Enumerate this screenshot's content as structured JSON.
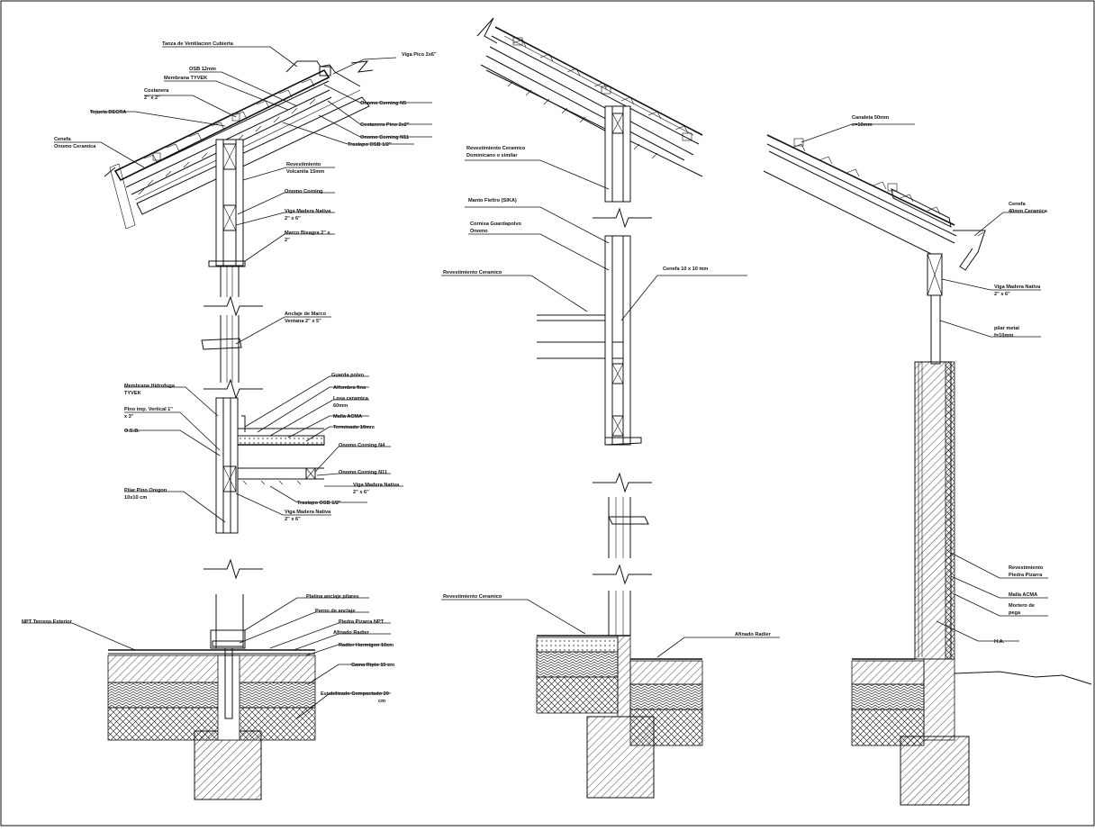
{
  "detail_left": {
    "labels": [
      "Tanza de Ventilacion Cubierta",
      "Viga Pico 2x6\"",
      "OSB 12mm",
      "Membrana TYVEK",
      "Costanera",
      "2\" x 2\"",
      "Tejuela DECRA",
      "Onomo Corning N5",
      "Costanera Pino 2x2\"",
      "Onomo Corning N11",
      "Cenefa",
      "Onomo Ceramica",
      "Traslapo OSB 1/2\"",
      "Revestimiento",
      "Volcanita 15mm",
      "Onomo Corning",
      "Viga Madera Nativa",
      "2\" x 6\"",
      "Marco Bisagra 2\" x",
      "2\"",
      "Anclaje de Marco",
      "Ventana 2\" x 5\"",
      "Guarda polvo",
      "Alfombra fina",
      "Membrana Hidrofuga",
      "TYVEK",
      "Losa ceramica",
      "60mm",
      "Pino imp. Vertical 1\"",
      "x 3\"",
      "Malla ACMA",
      "O.S.B.",
      "Terminado 10mm",
      "Onomo Corning N4",
      "Onomo Corning N11",
      "Pilar Pino Oregon",
      "10x10 cm",
      "Viga Madera Nativa",
      "2\" x 6\"",
      "Traslapo OSB 1/2\"",
      "Viga Madera Nativa",
      "2\" x 6\"",
      "Platina anclaje pilares",
      "Perno de anclaje",
      "NPT Terreno Exterior",
      "Piedra Pizarra NPT",
      "Afinado Radier",
      "Radier Hormigon 10cm",
      "Cama Ripio 15 cm",
      "Estabilizado Compactado 20",
      "cm"
    ]
  },
  "detail_middle": {
    "labels": [
      "Revestimiento Ceramico",
      "Dominicano o similar",
      "Manto Fieltro (SIKA)",
      "Cornisa Guardapolvo",
      "Onomo",
      "Revestimiento Ceramico",
      "Cenefa 10 x 10 mm",
      "Revestimiento Ceramico",
      "Afinado Radier"
    ]
  },
  "detail_right": {
    "labels": [
      "Canaleta 50mm",
      "e=10mm",
      "Cenefa",
      "40mm Ceramica",
      "Viga Madera Nativa",
      "2\" x 6\"",
      "pilar metal",
      "f=10mm",
      "Revestimiento",
      "Piedra Pizarra",
      "Malla ACMA",
      "Mortero de",
      "pega",
      "H.A."
    ]
  }
}
